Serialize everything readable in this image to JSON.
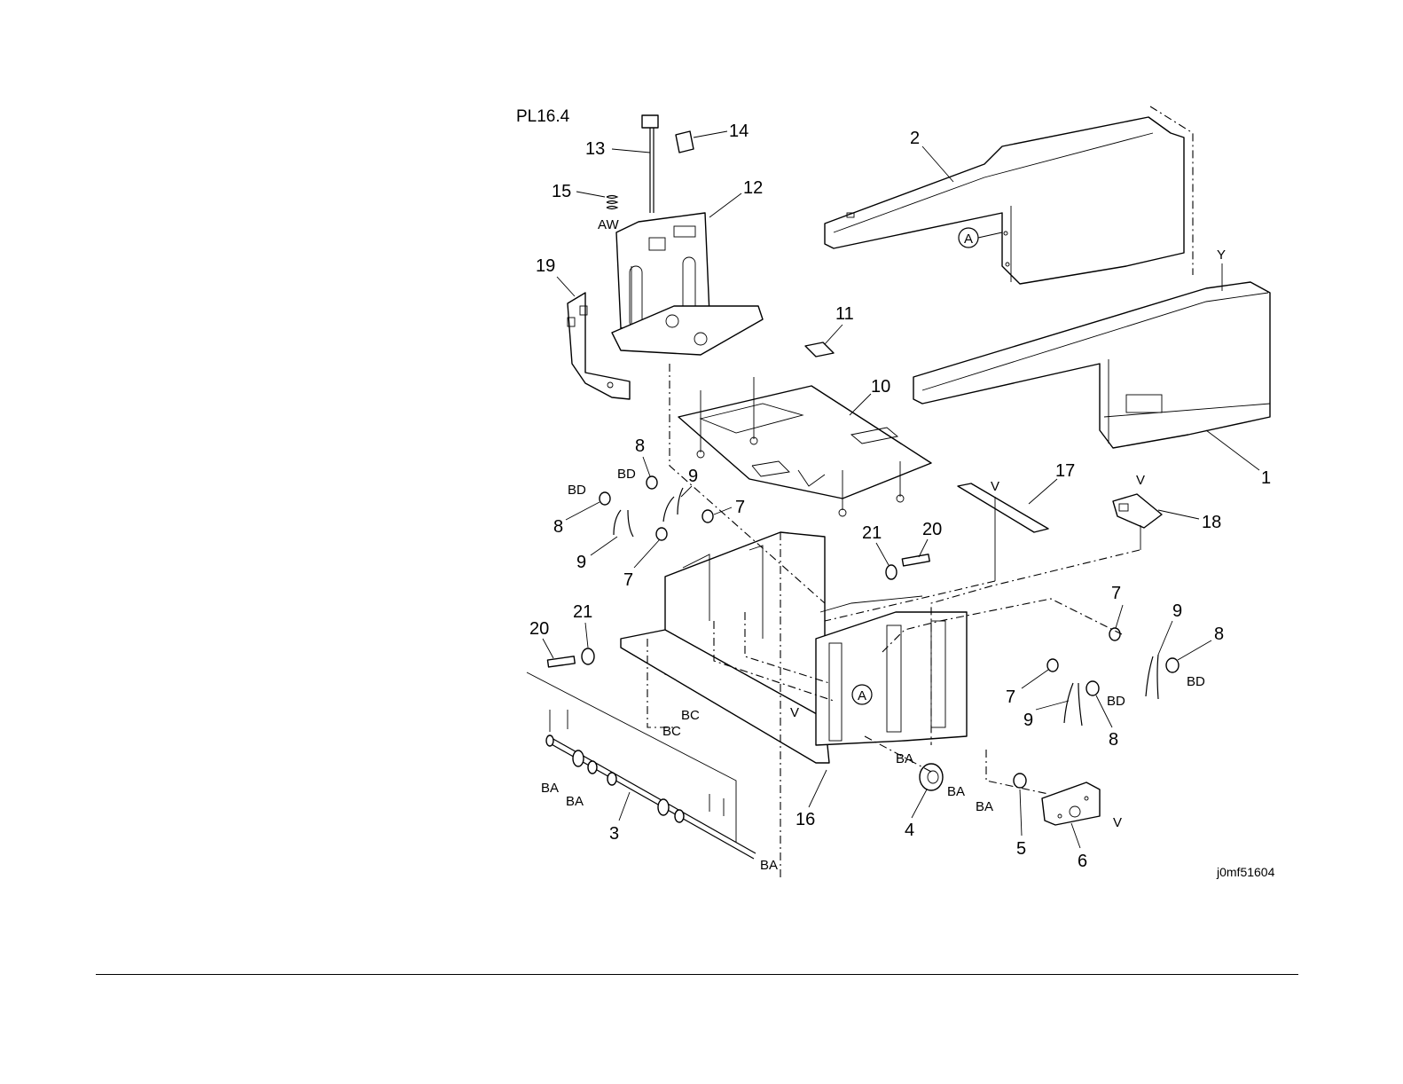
{
  "figure": {
    "plate": "PL16.4",
    "drawing_code": "j0mf51604"
  },
  "part_numbers": [
    "1",
    "2",
    "3",
    "4",
    "5",
    "6",
    "7",
    "8",
    "9",
    "10",
    "11",
    "12",
    "13",
    "14",
    "15",
    "16",
    "17",
    "18",
    "19",
    "20",
    "21"
  ],
  "reference_marks": [
    "A",
    "V",
    "Y",
    "AW",
    "BA",
    "BC",
    "BD"
  ]
}
